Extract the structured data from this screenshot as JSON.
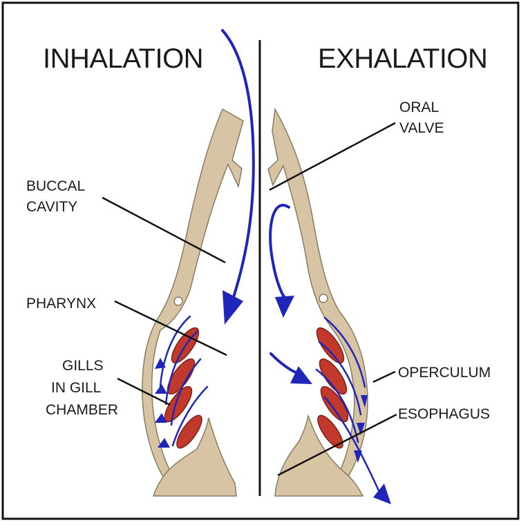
{
  "diagram": {
    "headings": {
      "inhalation": "INHALATION",
      "exhalation": "EXHALATION"
    },
    "labels": {
      "buccal_cavity": [
        "BUCCAL",
        "CAVITY"
      ],
      "pharynx": "PHARYNX",
      "gills": [
        "GILLS",
        "IN GILL",
        "CHAMBER"
      ],
      "oral_valve": [
        "ORAL",
        "VALVE"
      ],
      "operculum": "OPERCULUM",
      "esophagus": "ESOPHAGUS"
    },
    "colors": {
      "tissue": "#d6c4a4",
      "gill": "#c0392b",
      "water_flow": "#1f25b8"
    }
  }
}
